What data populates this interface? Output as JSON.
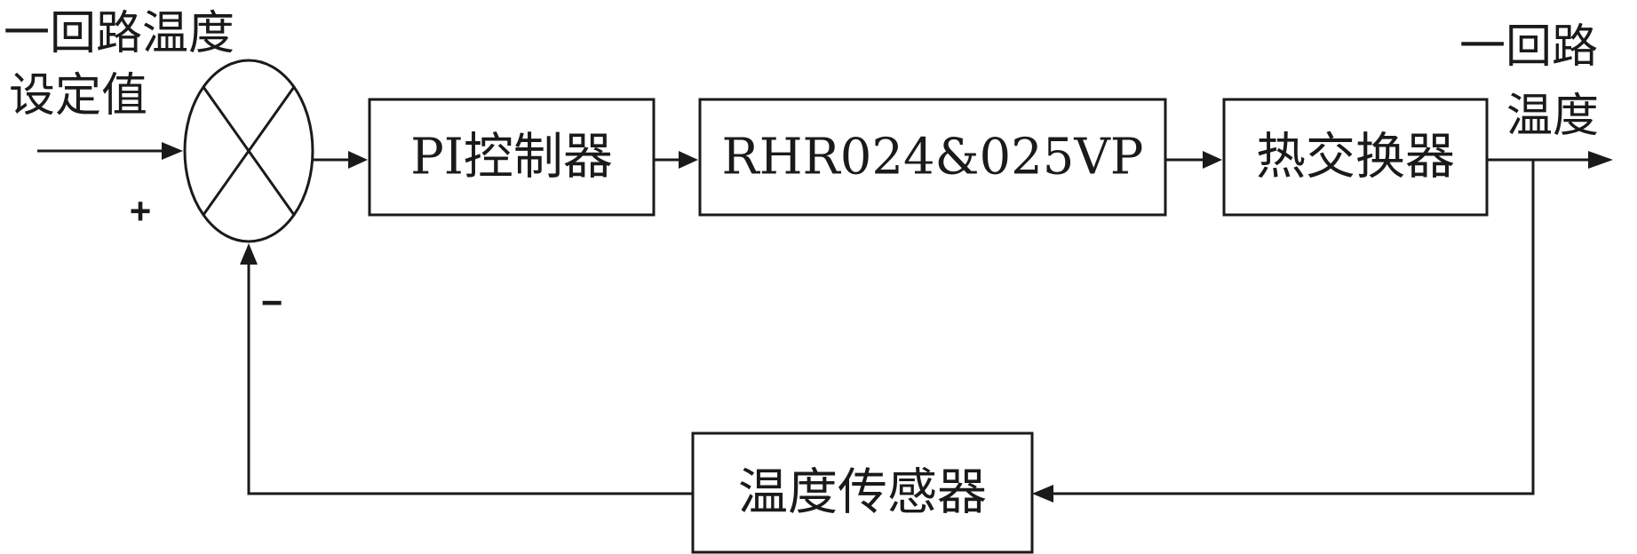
{
  "input_label": {
    "line1": "一回路温度",
    "line2": "设定值"
  },
  "output_label": {
    "line1": "一回路",
    "line2": "温度"
  },
  "summing_junction": {
    "plus_sign": "+",
    "minus_sign": "−"
  },
  "blocks": {
    "controller": "PI控制器",
    "valve": "RHR024&025VP",
    "heat_exchanger": "热交换器",
    "sensor": "温度传感器"
  },
  "colors": {
    "line": "#1a1a1a",
    "background": "#ffffff"
  }
}
